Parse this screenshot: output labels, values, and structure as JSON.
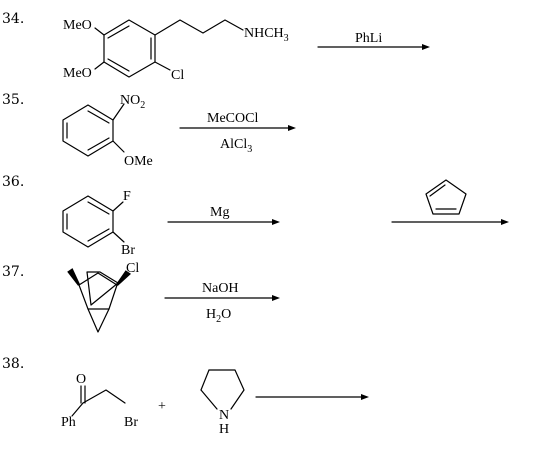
{
  "problems": [
    {
      "number": "34.",
      "groups": {
        "ome_top": "MeO",
        "ome_bottom": "MeO",
        "amine": "NHCH3",
        "halogen": "Cl"
      },
      "reagent_above": "PhLi",
      "reagent_below": ""
    },
    {
      "number": "35.",
      "groups": {
        "nitro": "NO2",
        "methoxy": "OMe"
      },
      "reagent_above": "MeCOCl",
      "reagent_below": "AlCl3"
    },
    {
      "number": "36.",
      "groups": {
        "fluoro": "F",
        "bromo": "Br"
      },
      "reagent_above": "Mg",
      "second_step_reagent": "cyclopentadiene"
    },
    {
      "number": "37.",
      "groups": {
        "chloro": "Cl"
      },
      "reagent_above": "NaOH",
      "reagent_below": "H2O"
    },
    {
      "number": "38.",
      "groups": {
        "ketone_o": "O",
        "phenyl": "Ph",
        "bromo": "Br",
        "plus": "+",
        "nh": "N",
        "h": "H"
      },
      "reagent_above": "",
      "reagent_below": ""
    }
  ]
}
